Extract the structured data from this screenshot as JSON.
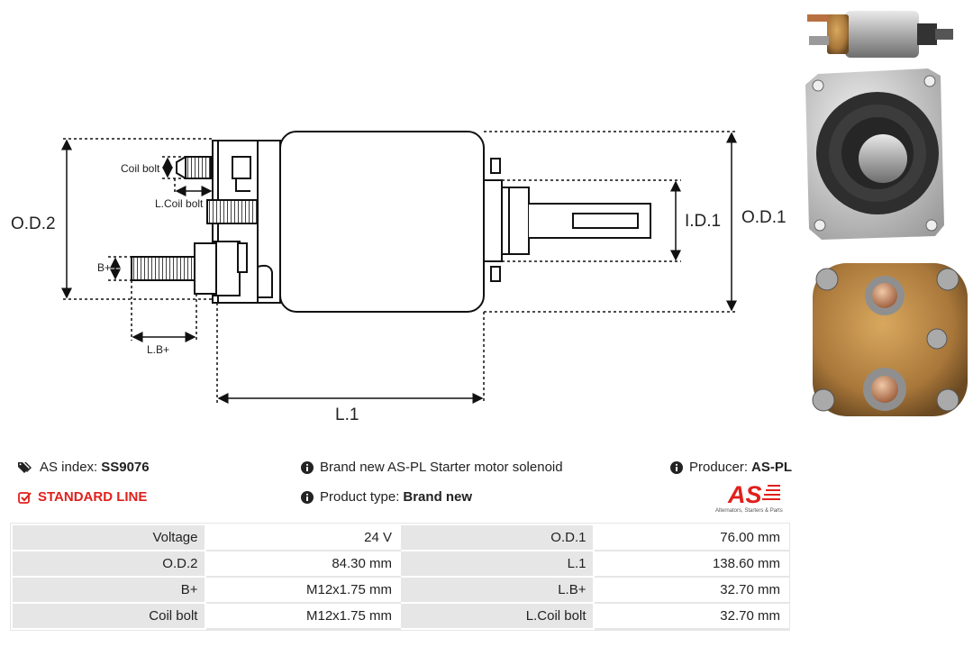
{
  "diagram": {
    "labels": {
      "od2": "O.D.2",
      "coil_bolt": "Coil bolt",
      "l_coil_bolt": "L.Coil bolt",
      "b_plus": "B+",
      "l_b_plus": "L.B+",
      "l1": "L.1",
      "id1": "I.D.1",
      "od1": "O.D.1"
    }
  },
  "info": {
    "as_index_label": "AS index:",
    "as_index_value": "SS9076",
    "standard_line": "STANDARD LINE",
    "description": "Brand new AS-PL Starter motor solenoid",
    "product_type_label": "Product type:",
    "product_type_value": "Brand new",
    "producer_label": "Producer:",
    "producer_value": "AS-PL"
  },
  "logo": {
    "mark": "AS",
    "tagline": "Alternators, Starters & Parts"
  },
  "specs": [
    {
      "l1": "Voltage",
      "v1": "24 V",
      "l2": "O.D.1",
      "v2": "76.00 mm"
    },
    {
      "l1": "O.D.2",
      "v1": "84.30 mm",
      "l2": "L.1",
      "v2": "138.60 mm"
    },
    {
      "l1": "B+",
      "v1": "M12x1.75 mm",
      "l2": "L.B+",
      "v2": "32.70 mm"
    },
    {
      "l1": "Coil bolt",
      "v1": "M12x1.75 mm",
      "l2": "L.Coil bolt",
      "v2": "32.70 mm"
    }
  ],
  "colors": {
    "accent_red": "#e0201c",
    "table_label_bg": "#e6e6e6",
    "copper": "#b07a3c"
  }
}
